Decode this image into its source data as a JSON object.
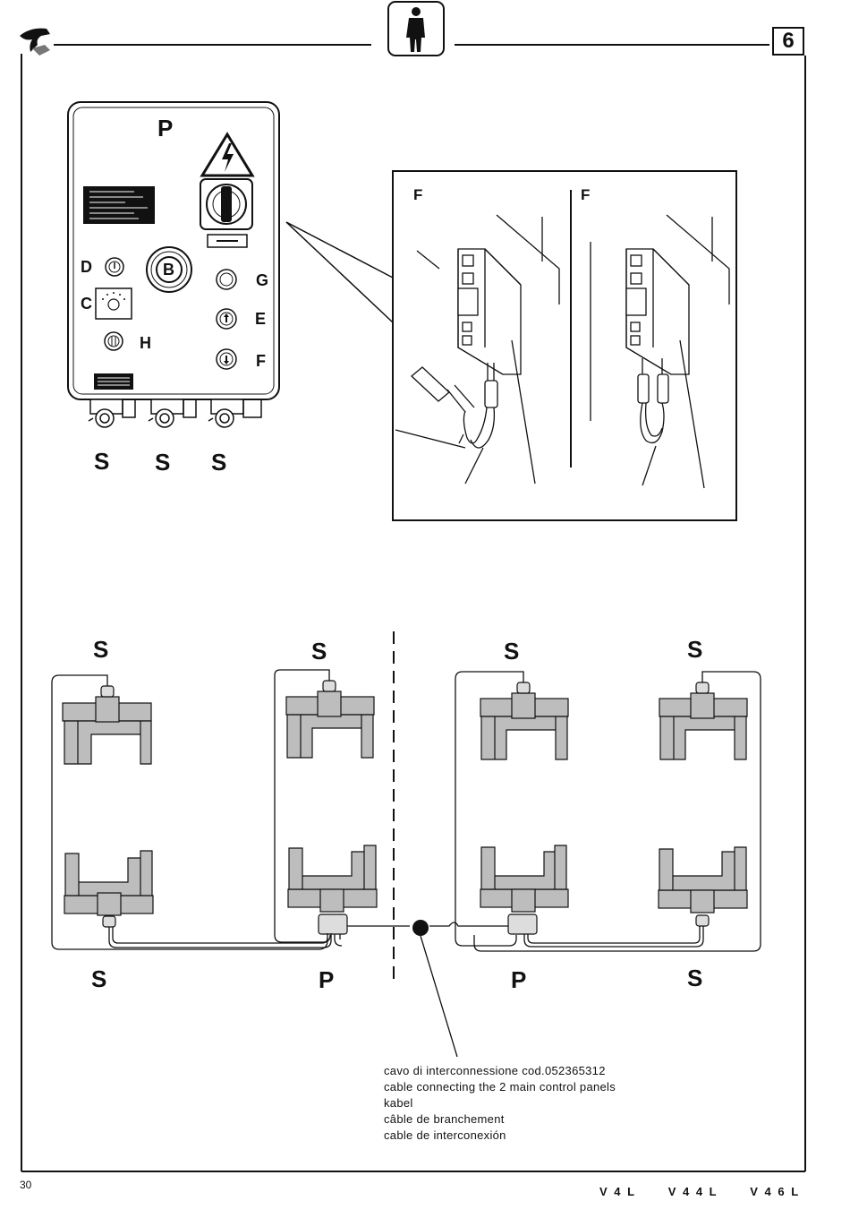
{
  "header": {
    "page_badge": "6",
    "logo_icon": "brand-logo-icon",
    "operator_icon": "operator-person-icon"
  },
  "panel": {
    "title": "P",
    "switch_labels": {
      "D": "D",
      "B": "B",
      "C": "C",
      "H": "H",
      "G": "G",
      "E": "E",
      "F": "F"
    },
    "socket_labels": [
      "S",
      "S",
      "S"
    ]
  },
  "detail": {
    "left_label": "F",
    "right_label": "F"
  },
  "layout_diagram": {
    "top_labels": [
      "S",
      "S",
      "S",
      "S"
    ],
    "bottom_labels": [
      "S",
      "P",
      "P",
      "S"
    ]
  },
  "caption": {
    "lines": [
      "cavo di interconnessione   cod.052365312",
      "cable connecting the 2 main control panels",
      "kabel",
      "câble de branchement",
      "cable de interconexión"
    ]
  },
  "footer": {
    "page_number": "30",
    "models": [
      "V 4   L",
      "V 4  4 L",
      "V 4  6 L"
    ]
  },
  "colors": {
    "lift_fill": "#bdbdbd",
    "line": "#111111",
    "label_plate": "#111111"
  }
}
